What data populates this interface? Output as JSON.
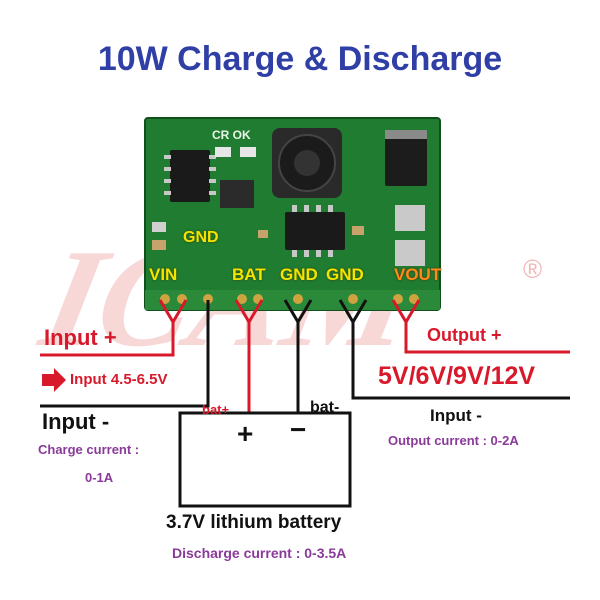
{
  "title": "10W Charge & Discharge",
  "board": {
    "silkscreen": "CR OK",
    "pins": {
      "gnd_top": "GND",
      "vin": "VIN",
      "bat": "BAT",
      "gnd1": "GND",
      "gnd2": "GND",
      "vout": "VOUT"
    }
  },
  "watermark": {
    "text": "ICAM",
    "mark": "®"
  },
  "left": {
    "input_plus": "Input +",
    "input_range": "Input 4.5-6.5V",
    "input_minus": "Input -",
    "charge_current_label": "Charge current :",
    "charge_current_value": "0-1A"
  },
  "right": {
    "output_plus": "Output +",
    "output_voltages": "5V/6V/9V/12V",
    "input_minus": "Input -",
    "output_current": "Output current : 0-2A"
  },
  "battery": {
    "bat_plus_label": "bat+",
    "bat_minus_label": "bat-",
    "plus_symbol": "+",
    "minus_symbol": "−",
    "name": "3.7V lithium battery",
    "discharge_current": "Discharge current : 0-3.5A"
  },
  "colors": {
    "title": "#2f3fa6",
    "pcb": "#1e7a2e",
    "wire_red": "#d8192b",
    "wire_black": "#111111",
    "pin_label": "#f4e400",
    "vout_label": "#ff8a1a",
    "note_purple": "#8a3a99"
  }
}
